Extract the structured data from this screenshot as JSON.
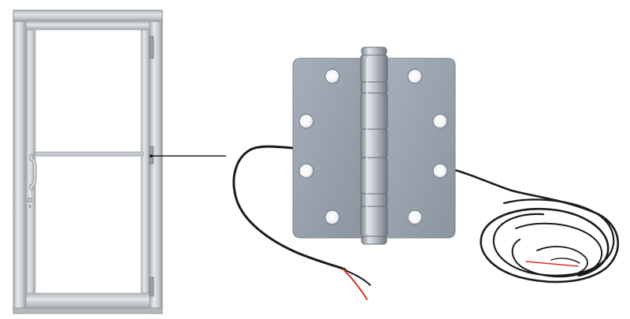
{
  "colors": {
    "background": "#ffffff",
    "aluminum_light": "#e2e4e6",
    "aluminum_mid": "#c3c6c9",
    "aluminum_dark": "#8d9196",
    "plate": "#9ea6b2",
    "plate_dark": "#7f8895",
    "wire_black": "#1b1b1b",
    "wire_red": "#d8322a",
    "leader_line": "#222222"
  },
  "figure": {
    "items": [
      "aluminum-storefront-door",
      "electrified-butt-hinge",
      "hinge-wire-coil"
    ]
  }
}
